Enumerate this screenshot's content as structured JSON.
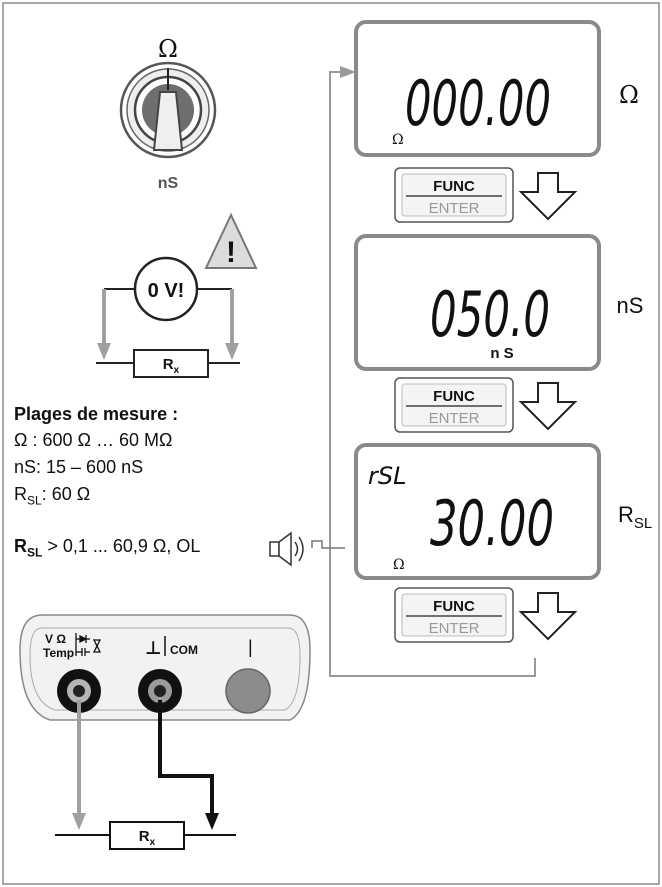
{
  "dial": {
    "top_symbol": "Ω",
    "bottom_label": "nS"
  },
  "warning": {
    "voltage_label": "0 V!",
    "exclamation": "!"
  },
  "circuit_top": {
    "resistor_label": "R",
    "resistor_sub": "x"
  },
  "ranges": {
    "title": "Plages de mesure :",
    "ohm_line": "Ω : 600 Ω … 60 MΩ",
    "ns_line": "nS: 15 – 600 nS",
    "rsl_prefix": "R",
    "rsl_sub": "SL",
    "rsl_value": ": 60 Ω"
  },
  "continuity": {
    "prefix": "R",
    "sub": "SL",
    "text": " > 0,1 ... 60,9 Ω, OL"
  },
  "displays": [
    {
      "reading": "000.00",
      "unit": "Ω",
      "mode_label": "Ω",
      "mode_sub": "",
      "top_label": ""
    },
    {
      "reading": "050.0",
      "unit": "n S",
      "mode_label": "nS",
      "mode_sub": "",
      "top_label": ""
    },
    {
      "reading": "30.00",
      "unit": "Ω",
      "mode_label": "R",
      "mode_sub": "SL",
      "top_label": "rSL"
    }
  ],
  "func_buttons": [
    {
      "top": "FUNC",
      "bottom": "ENTER"
    },
    {
      "top": "FUNC",
      "bottom": "ENTER"
    },
    {
      "top": "FUNC",
      "bottom": "ENTER"
    }
  ],
  "terminals": {
    "left_top": "V Ω",
    "left_bottom": "Temp",
    "center_symbol": "⊥",
    "center_label": "COM",
    "right_symbol": "|"
  },
  "circuit_bottom": {
    "resistor_label": "R",
    "resistor_sub": "x"
  },
  "colors": {
    "frame": "#8a8a8a",
    "arrow_gray": "#a0a0a0",
    "knob": "#6e6e6e",
    "terminal_gray": "#8c8c8c"
  }
}
